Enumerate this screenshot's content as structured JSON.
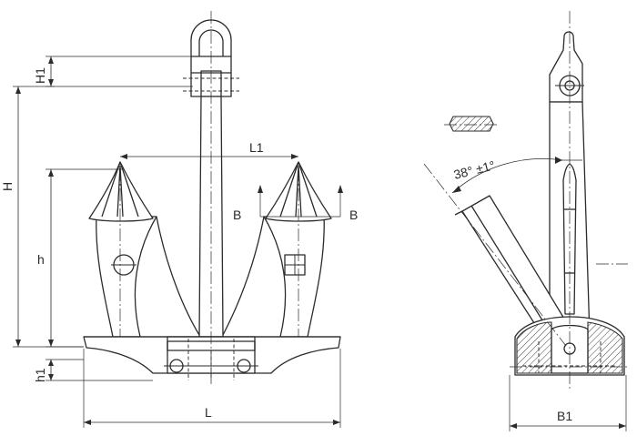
{
  "diagram": {
    "labels": {
      "H1": "H1",
      "H": "H",
      "h": "h",
      "h1": "h1",
      "L1": "L1",
      "L": "L",
      "B_left": "B",
      "B_right": "B",
      "angle": "38° ±1°",
      "B1": "B1"
    }
  }
}
